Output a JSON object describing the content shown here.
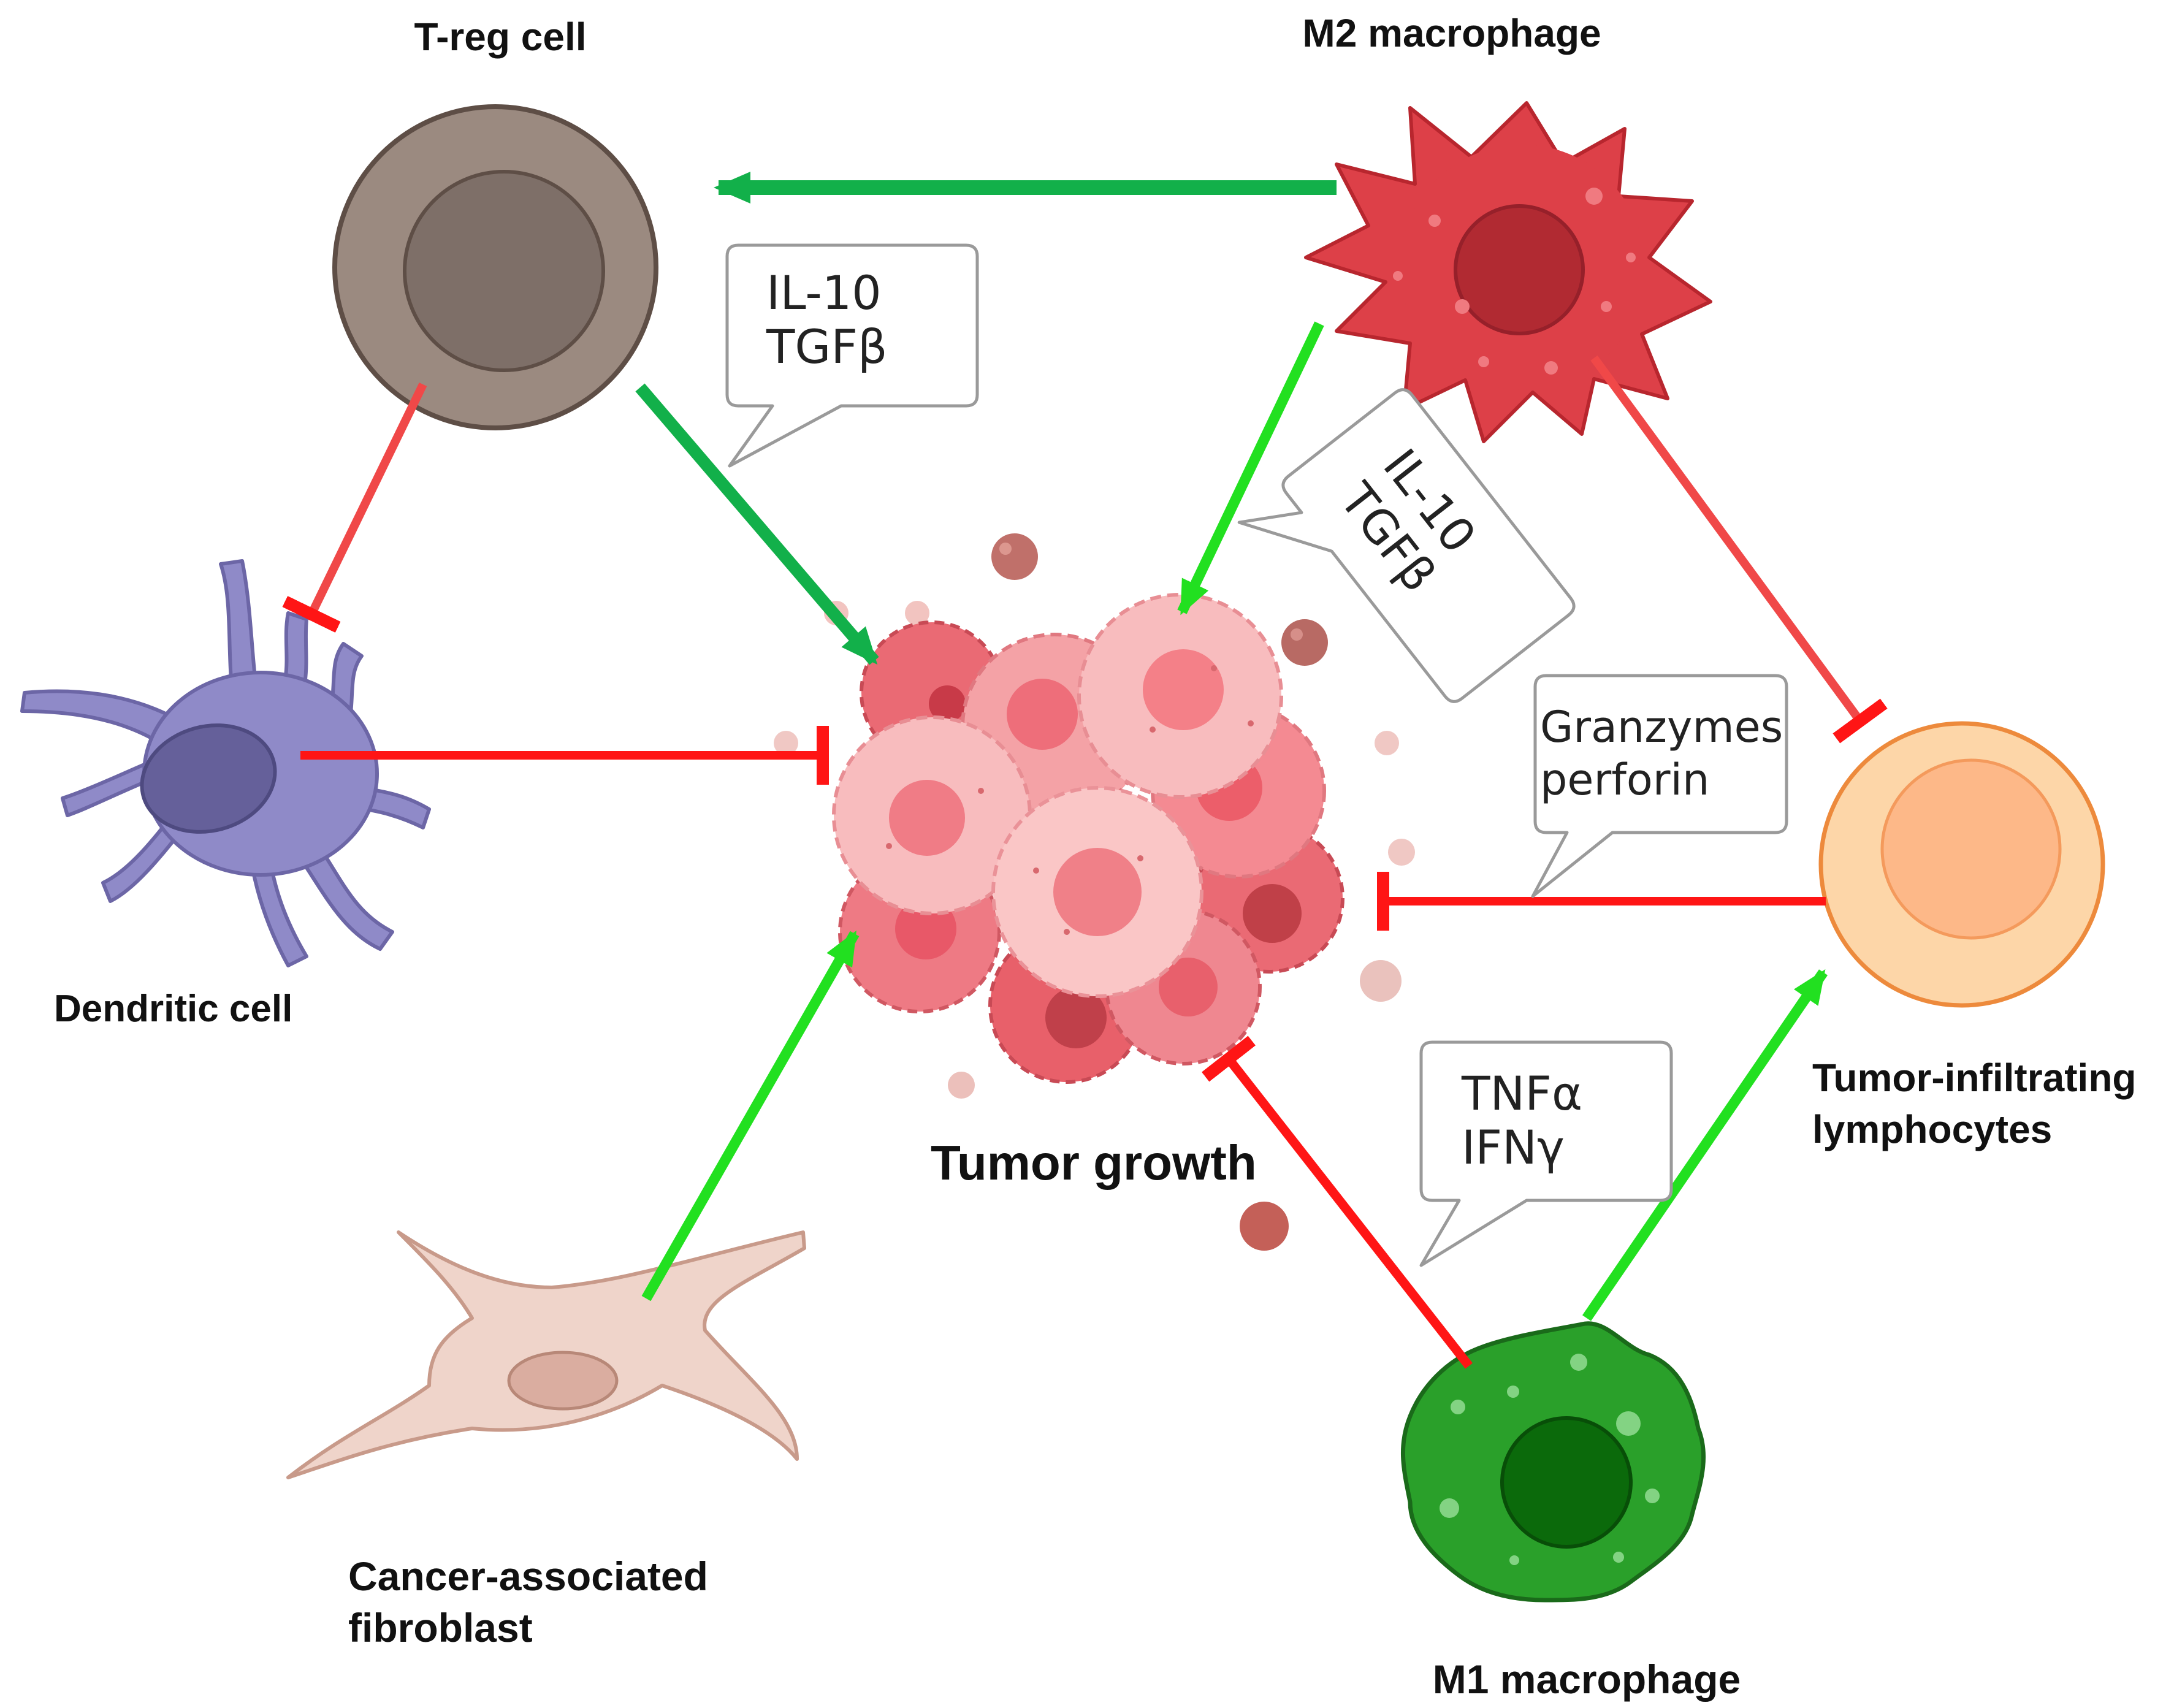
{
  "cells": {
    "treg": "T-reg cell",
    "m2": "M2 macrophage",
    "dendritic": "Dendritic cell",
    "tumor": "Tumor growth",
    "til_line1": "Tumor-infiltrating",
    "til_line2": "lymphocytes",
    "caf_line1": "Cancer-associated",
    "caf_line2": "fibroblast",
    "m1": "M1 macrophage"
  },
  "bubbles": {
    "treg_line1": "IL-10",
    "treg_line2": "TGFβ",
    "m2_line1": "IL-10",
    "m2_line2": "TGFβ",
    "til_line1": "Granzymes",
    "til_line2": "perforin",
    "m1_line1": "TNFα",
    "m1_line2": "IFNγ"
  },
  "colors": {
    "activation_dark": "#12b04a",
    "activation_light": "#22e020",
    "inhibition": "#ff1515",
    "inhibition_soft": "#f04848",
    "treg_cell": "#9b8a80",
    "m2_cell": "#dd4048",
    "dendritic_cell": "#8f8ac8",
    "til_cell": "#fdd2a0",
    "m1_cell": "#2aa02a",
    "fibroblast": "#efd4ca",
    "tumor": "#f07882"
  }
}
